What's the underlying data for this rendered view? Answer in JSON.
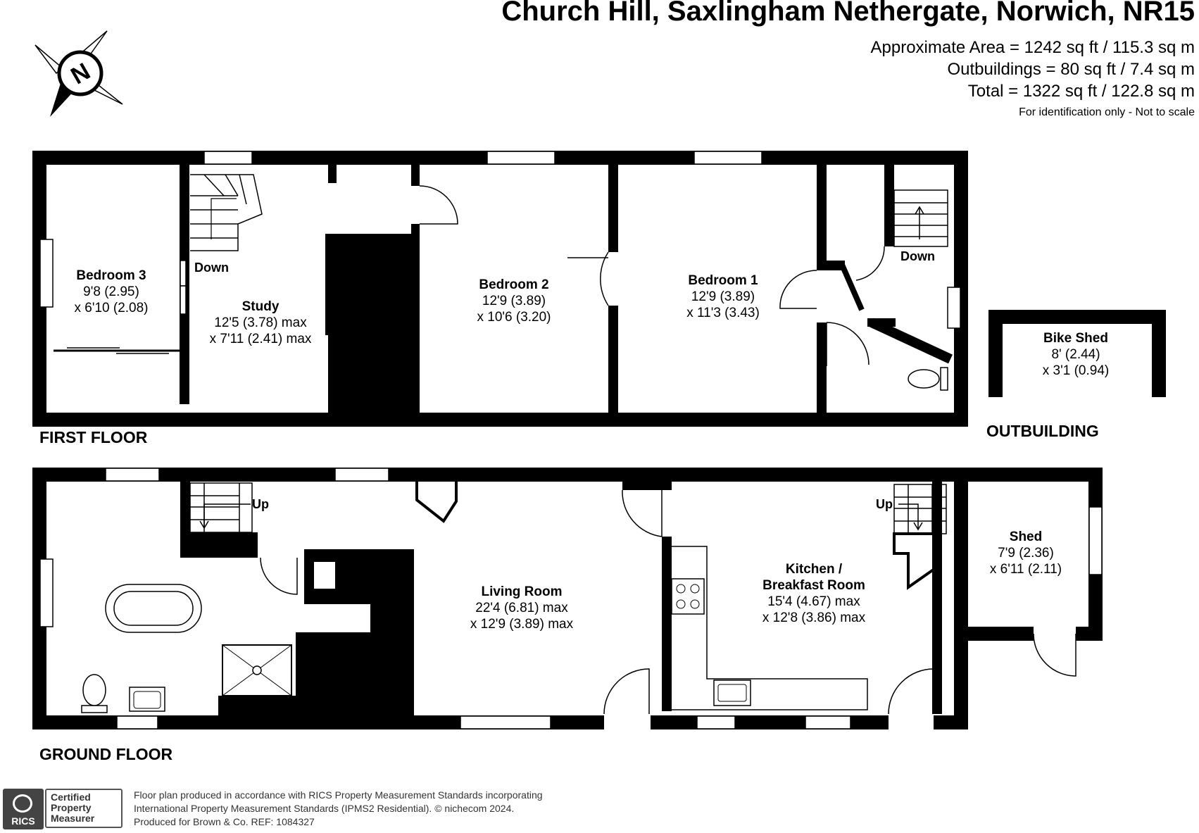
{
  "header": {
    "title": "Church Hill, Saxlingham Nethergate, Norwich, NR15",
    "area_main": "Approximate Area = 1242 sq ft / 115.3 sq m",
    "area_outbuildings": "Outbuildings = 80 sq ft / 7.4 sq m",
    "area_total": "Total = 1322 sq ft / 122.8 sq m",
    "disclaimer": "For identification only - Not to scale"
  },
  "compass": {
    "label": "N",
    "icon": "north-compass-icon"
  },
  "sections": {
    "first_floor": "FIRST FLOOR",
    "outbuilding": "OUTBUILDING",
    "ground_floor": "GROUND FLOOR"
  },
  "rooms": {
    "bedroom3": {
      "name": "Bedroom 3",
      "dim1": "9'8 (2.95)",
      "dim2": "x 6'10 (2.08)"
    },
    "study": {
      "name": "Study",
      "dim1": "12'5 (3.78) max",
      "dim2": "x 7'11 (2.41) max"
    },
    "bedroom2": {
      "name": "Bedroom 2",
      "dim1": "12'9 (3.89)",
      "dim2": "x 10'6 (3.20)"
    },
    "bedroom1": {
      "name": "Bedroom 1",
      "dim1": "12'9 (3.89)",
      "dim2": "x 11'3 (3.43)"
    },
    "bikeshed": {
      "name": "Bike Shed",
      "dim1": "8' (2.44)",
      "dim2": "x 3'1 (0.94)"
    },
    "living": {
      "name": "Living Room",
      "dim1": "22'4 (6.81) max",
      "dim2": "x 12'9 (3.89) max"
    },
    "kitchen": {
      "name_l1": "Kitchen /",
      "name_l2": "Breakfast Room",
      "dim1": "15'4 (4.67) max",
      "dim2": "x 12'8 (3.86) max"
    },
    "shed": {
      "name": "Shed",
      "dim1": "7'9 (2.36)",
      "dim2": "x 6'11 (2.11)"
    }
  },
  "stairs": {
    "down": "Down",
    "up": "Up"
  },
  "footer": {
    "logo_text": "RICS",
    "cert_l1": "Certified",
    "cert_l2": "Property",
    "cert_l3": "Measurer",
    "line1": "Floor plan produced in accordance with RICS Property Measurement Standards incorporating",
    "line2": "International Property Measurement Standards (IPMS2 Residential).   © nichecom 2024.",
    "line3": "Produced for Brown & Co.   REF:   1084327"
  },
  "colors": {
    "wall": "#000000",
    "background": "#ffffff",
    "footer_text": "#333333"
  }
}
